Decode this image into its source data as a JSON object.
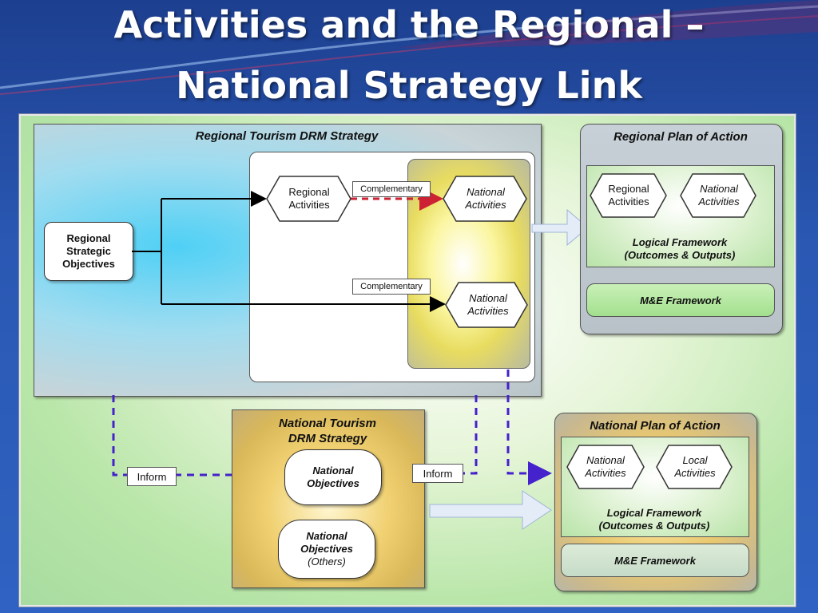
{
  "slide": {
    "title_line1": "Activities and the Regional –",
    "title_line2": "National Strategy Link"
  },
  "regional_strategy": {
    "title": "Regional Tourism DRM Strategy",
    "objectives": [
      "Regional",
      "Strategic",
      "Objectives"
    ],
    "regional_activities": [
      "Regional",
      "Activities"
    ],
    "national_activities_1": [
      "National",
      "Activities"
    ],
    "national_activities_2": [
      "National",
      "Activities"
    ],
    "complementary_1": "Complementary",
    "complementary_2": "Complementary"
  },
  "regional_plan": {
    "title": "Regional Plan of Action",
    "regional_activities": [
      "Regional",
      "Activities"
    ],
    "national_activities": [
      "National",
      "Activities"
    ],
    "logical_framework": [
      "Logical Framework",
      "(Outcomes & Outputs)"
    ],
    "me_framework": "M&E Framework"
  },
  "national_strategy": {
    "title": [
      "National Tourism",
      "DRM Strategy"
    ],
    "national_objectives": [
      "National",
      "Objectives"
    ],
    "national_objectives_others": [
      "National",
      "Objectives",
      "(Others)"
    ],
    "inform_left": "Inform",
    "inform_right": "Inform"
  },
  "national_plan": {
    "title": "National Plan of Action",
    "national_activities": [
      "National",
      "Activities"
    ],
    "local_activities": [
      "Local",
      "Activities"
    ],
    "logical_framework": [
      "Logical Framework",
      "(Outcomes & Outputs)"
    ],
    "me_framework": "M&E Framework"
  },
  "colors": {
    "complementary_dash": "#cc2233",
    "inform_dash": "#4422cc",
    "arrow_fill": "#e4ecf8"
  }
}
